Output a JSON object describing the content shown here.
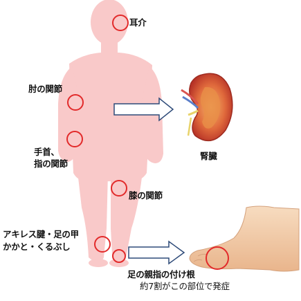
{
  "labels": {
    "ear": "耳介",
    "elbow": "肘の関節",
    "wrist_line1": "手首、",
    "wrist_line2": "指の関節",
    "knee": "膝の関節",
    "achilles_line1": "アキレス腱・足の甲",
    "achilles_line2": "かかと・くるぶし",
    "kidney": "腎臓",
    "big_toe": "足の親指の付け根",
    "big_toe_note": "約7割がこの部位で発症"
  },
  "colors": {
    "body_silhouette": "#f9c9c9",
    "marker_ring": "#e22a2a",
    "arrow_outline": "#2d4a78",
    "kidney_outer": "#c0392b",
    "foot_skin": "#f2c9a4"
  },
  "icons": {
    "kidney": "kidney-illustration",
    "foot": "foot-illustration",
    "body": "human-body-silhouette"
  }
}
